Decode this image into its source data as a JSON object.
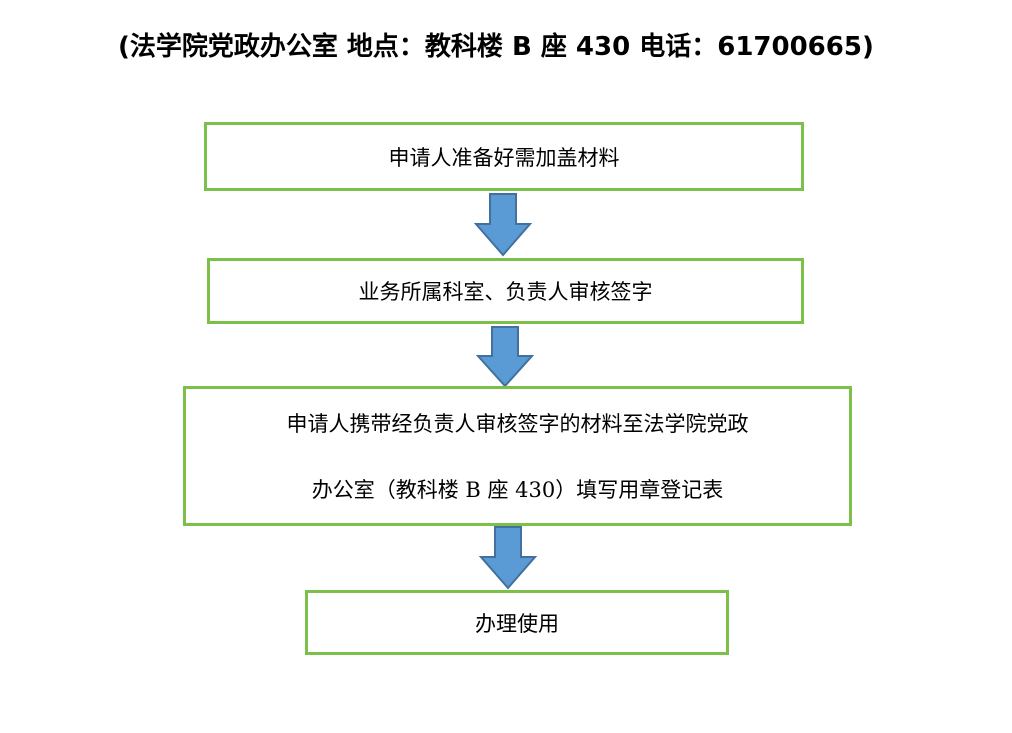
{
  "header": {
    "text": "(法学院党政办公室  地点：教科楼 B 座 430  电话：61700665)"
  },
  "steps": [
    {
      "lines": [
        "申请人准备好需加盖材料"
      ]
    },
    {
      "lines": [
        "业务所属科室、负责人审核签字"
      ]
    },
    {
      "lines": [
        "申请人携带经负责人审核签字的材料至法学院党政",
        "办公室（教科楼 B 座 430）填写用章登记表"
      ]
    },
    {
      "lines": [
        "办理使用"
      ]
    }
  ],
  "colors": {
    "box_border": "#7cc04a",
    "arrow_fill": "#5b9bd5",
    "arrow_stroke": "#41719c"
  }
}
